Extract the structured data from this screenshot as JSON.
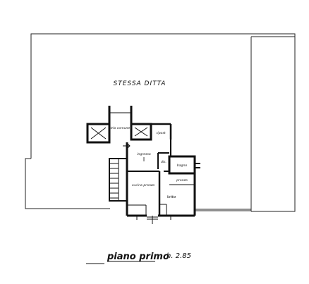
{
  "plan": {
    "owner_label": "STESSA  DITTA",
    "rooms": {
      "atrio_comune": "atrio comune",
      "ripost": "ripost",
      "ingresso": "ingresso",
      "dis": "dis.",
      "bagno": "bagno",
      "cucina_pranzo": "cucina pranzo",
      "letto": "letto",
      "pranzo": "pranzo"
    },
    "caption": {
      "floor": "piano primo",
      "height": "h. 2.85"
    }
  }
}
